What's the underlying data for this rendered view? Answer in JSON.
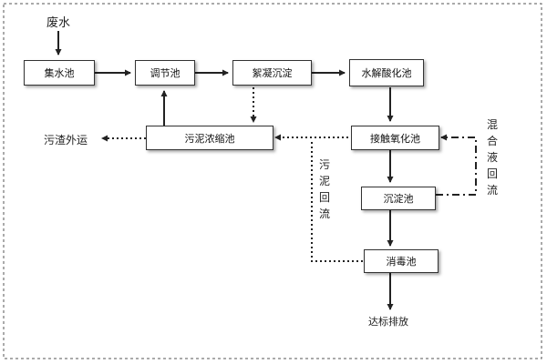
{
  "input": "废水",
  "output": "达标排放",
  "nodes": {
    "collection": "集水池",
    "regulating": "调节池",
    "coagulation": "絮凝沉淀",
    "hydrolysis": "水解酸化池",
    "contact_oxidation": "接触氧化池",
    "sedimentation": "沉淀池",
    "disinfection": "消毒池",
    "sludge_thickener": "污泥浓缩池"
  },
  "labels": {
    "sludge_out": "污渣外运",
    "sludge_return_chars": [
      "污",
      "泥",
      "回",
      "流"
    ],
    "mixed_return_chars": [
      "混",
      "合",
      "液",
      "回",
      "流"
    ]
  },
  "colors": {
    "line": "#222222",
    "border": "#444444"
  }
}
